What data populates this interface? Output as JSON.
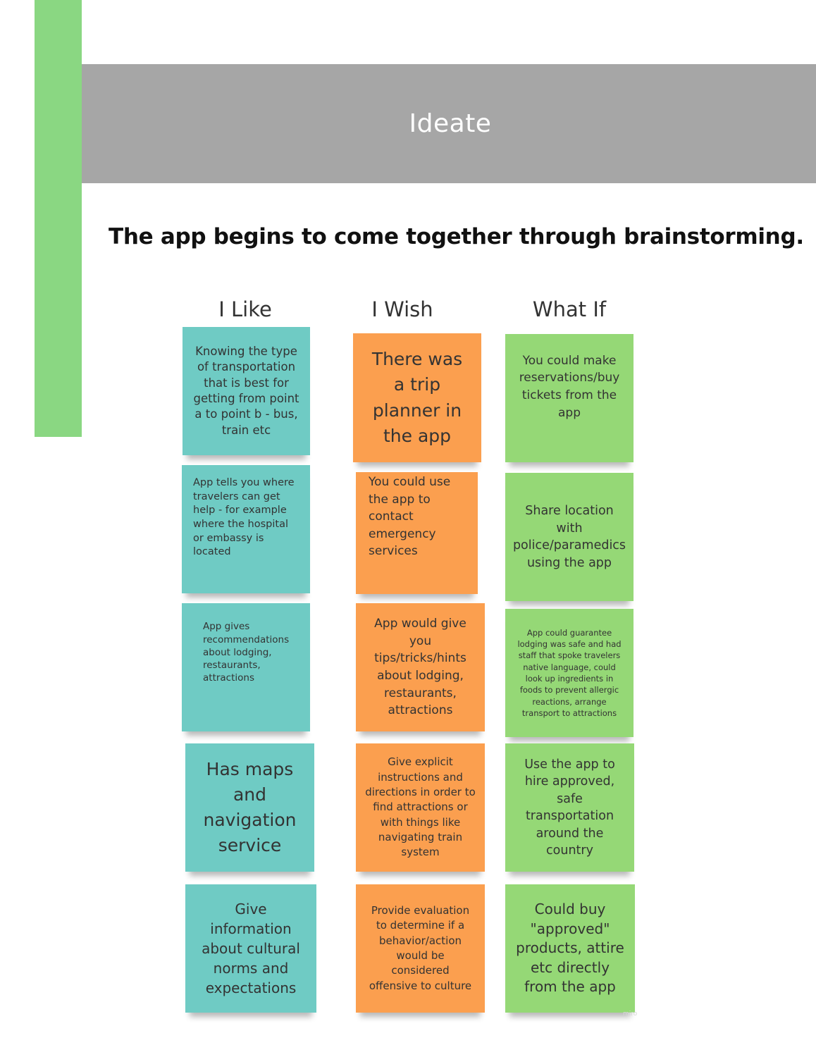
{
  "banner": {
    "title": "Ideate"
  },
  "subtitle": "The app begins to come together through brainstorming.",
  "columns": [
    {
      "header": "I Like",
      "notes": [
        "Knowing the type of transportation that is best for getting from point a to point b - bus, train etc",
        "App tells you where travelers can get help - for example where the hospital or embassy is located",
        "App gives recommendations about lodging, restaurants, attractions",
        "Has maps and navigation service",
        "Give information about cultural norms and expectations"
      ]
    },
    {
      "header": "I Wish",
      "notes": [
        "There was a trip planner in the app",
        "You could use the app to contact emergency services",
        "App would give you tips/tricks/hints about lodging, restaurants, attractions",
        "Give explicit instructions and directions in order to find attractions or with things like navigating train system",
        "Provide evaluation to determine if a behavior/action would be considered offensive to culture"
      ]
    },
    {
      "header": "What If",
      "notes": [
        "You could make reservations/buy tickets from the app",
        "Share location with police/paramedics using the app",
        "App could guarantee lodging was safe and had staff that spoke travelers native language, could look up ingredients in foods to prevent allergic reactions, arrange transport to attractions",
        "Use the app to hire approved, safe transportation around the country",
        "Could buy \"approved\" products, attire etc directly from the app"
      ]
    }
  ],
  "watermark": "miro",
  "colors": {
    "accent_bar": "#8ad782",
    "banner": "#a6a6a6",
    "teal_note": "#6fcbc4",
    "orange_note": "#fb9f4f",
    "green_note": "#95d876"
  }
}
